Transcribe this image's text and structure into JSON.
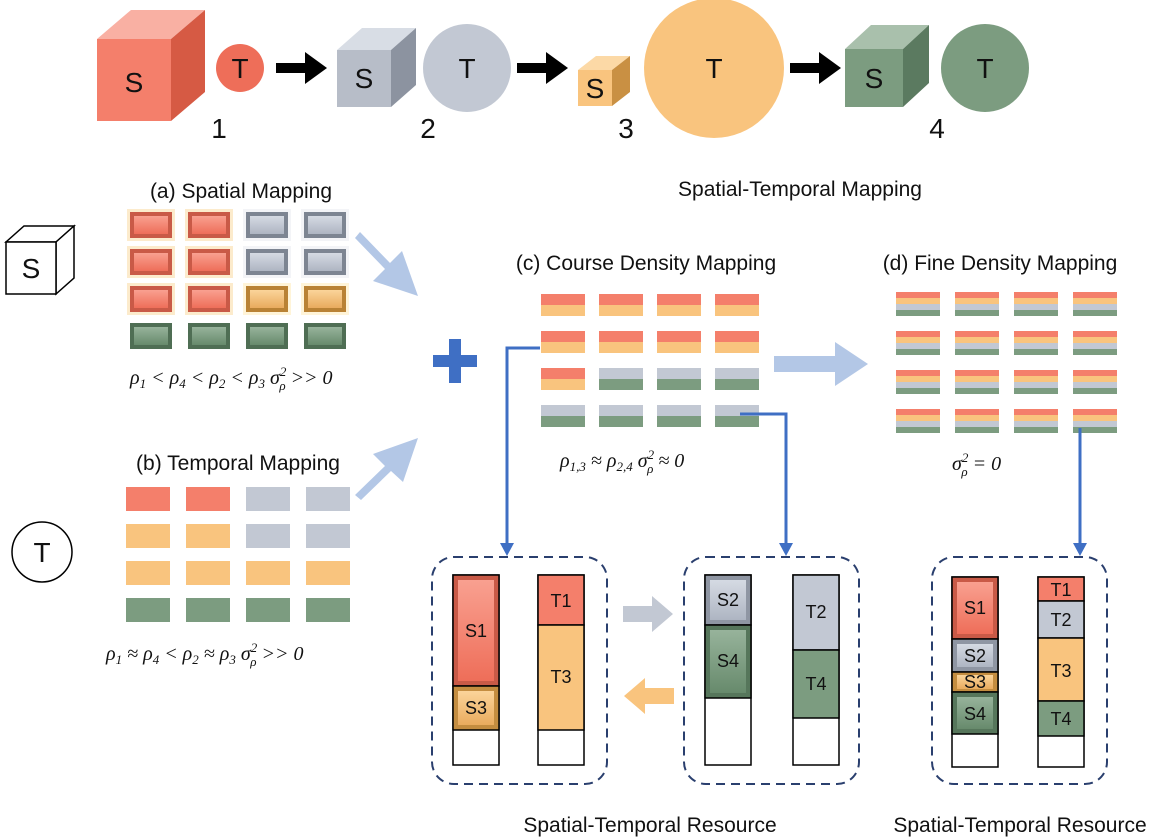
{
  "colors": {
    "red": "#f47f6b",
    "gray": "#c2c8d3",
    "orange": "#f9c47e",
    "green": "#7c9c80",
    "arrow_blue": "#b3c7e6",
    "line_blue": "#3f6fc4",
    "plus_blue": "#3f6fc4",
    "box_dash": "#2a3f6e"
  },
  "top_sequence": [
    {
      "s": "S",
      "t": "T",
      "n": "1"
    },
    {
      "s": "S",
      "t": "T",
      "n": "2"
    },
    {
      "s": "S",
      "t": "T",
      "n": "3"
    },
    {
      "s": "S",
      "t": "T",
      "n": "4"
    }
  ],
  "titles": {
    "spatial_temporal_mapping": "Spatial-Temporal Mapping",
    "spatial": "(a) Spatial Mapping",
    "temporal": "(b) Temporal Mapping",
    "course": "(c) Course Density Mapping",
    "fine": "(d) Fine Density Mapping",
    "resource_left": "Spatial-Temporal Resource",
    "resource_right": "Spatial-Temporal Resource"
  },
  "legend": {
    "s_label": "S",
    "t_label": "T"
  },
  "resource_c1": {
    "s_col": [
      {
        "label": "S1",
        "color": "red"
      },
      {
        "label": "S3",
        "color": "orange"
      }
    ],
    "t_col": [
      {
        "label": "T1",
        "color": "red"
      },
      {
        "label": "T3",
        "color": "orange"
      }
    ]
  },
  "resource_c2": {
    "s_col": [
      {
        "label": "S2",
        "color": "gray"
      },
      {
        "label": "S4",
        "color": "green"
      }
    ],
    "t_col": [
      {
        "label": "T2",
        "color": "gray"
      },
      {
        "label": "T4",
        "color": "green"
      }
    ]
  },
  "resource_d": {
    "s_col": [
      {
        "label": "S1",
        "color": "red"
      },
      {
        "label": "S2",
        "color": "gray"
      },
      {
        "label": "S3",
        "color": "orange"
      },
      {
        "label": "S4",
        "color": "green"
      }
    ],
    "t_col": [
      {
        "label": "T1",
        "color": "red"
      },
      {
        "label": "T2",
        "color": "gray"
      },
      {
        "label": "T3",
        "color": "orange"
      },
      {
        "label": "T4",
        "color": "green"
      }
    ]
  }
}
